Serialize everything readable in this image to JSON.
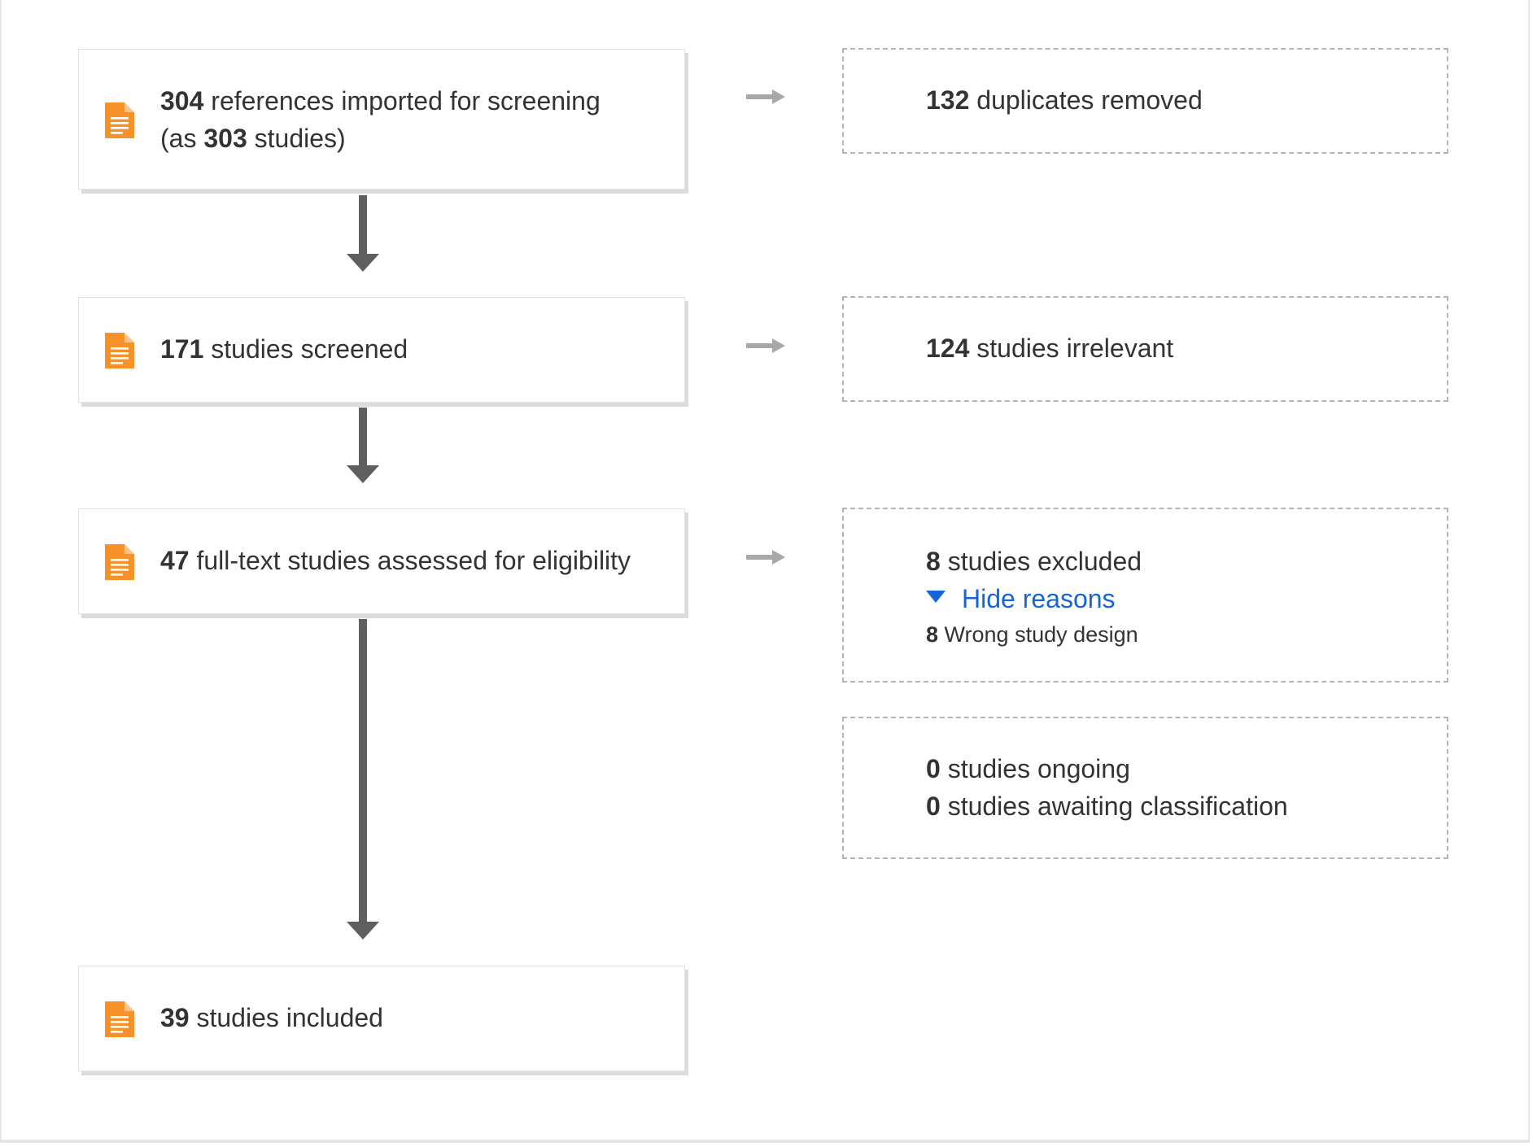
{
  "stages": [
    {
      "count": "304",
      "text": " references imported for screening",
      "line2_pre": "(as ",
      "line2_count": "303",
      "line2_post": " studies)"
    },
    {
      "count": "171",
      "text": " studies screened"
    },
    {
      "count": "47",
      "text": " full-text studies assessed for eligibility"
    },
    {
      "count": "39",
      "text": " studies included"
    }
  ],
  "side": {
    "duplicates": {
      "count": "132",
      "text": " duplicates removed"
    },
    "irrelevant": {
      "count": "124",
      "text": " studies irrelevant"
    },
    "excluded": {
      "count": "8",
      "text": " studies excluded",
      "toggle_label": "Hide reasons",
      "reasons": [
        {
          "count": "8",
          "text": " Wrong study design"
        }
      ]
    },
    "ongoing": {
      "count": "0",
      "text": " studies ongoing"
    },
    "awaiting": {
      "count": "0",
      "text": " studies awaiting classification"
    }
  },
  "colors": {
    "doc_icon": "#f7922b",
    "link": "#1565d8",
    "arrow": "#5f5f5f",
    "side_arrow": "#a8a8a8",
    "dashed_border": "#b5b5b5"
  },
  "icons": {
    "stage": "document-icon",
    "flow_down": "arrow-down-icon",
    "flow_right": "arrow-right-icon",
    "toggle": "caret-down-icon"
  }
}
